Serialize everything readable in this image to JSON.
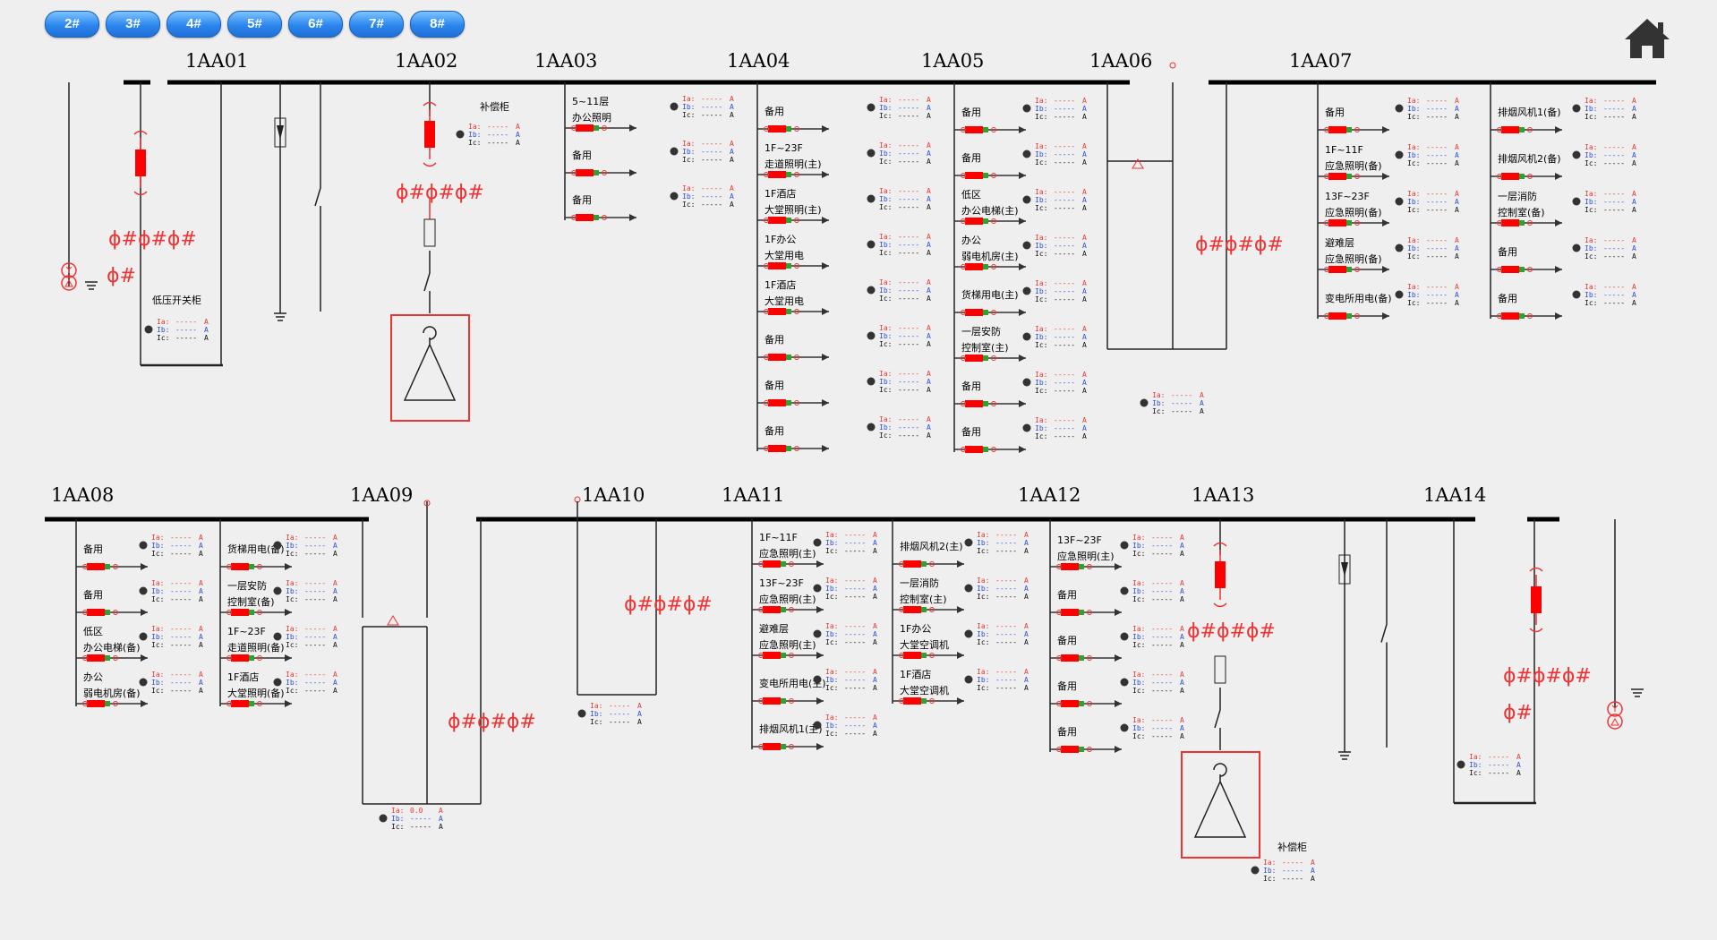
{
  "tabs": [
    "2#",
    "3#",
    "4#",
    "5#",
    "6#",
    "7#",
    "8#"
  ],
  "home_icon": "home-icon",
  "colors": {
    "bus": "#000000",
    "breaker": "#ff0000",
    "symbol": "#e83a3a",
    "phase_a": "#e53935",
    "phase_b": "#2e4fd6",
    "phase_c": "#111111"
  },
  "measure": {
    "ia": "Ia:",
    "ib": "Ib:",
    "ic": "Ic:",
    "unit": "A",
    "dash": "-----",
    "ia_value_1aa09": "0.0"
  },
  "cabinets": {
    "top": [
      "1AA01",
      "1AA02",
      "1AA03",
      "1AA04",
      "1AA05",
      "1AA06",
      "1AA07"
    ],
    "bottom": [
      "1AA08",
      "1AA09",
      "1AA10",
      "1AA11",
      "1AA12",
      "1AA13",
      "1AA14"
    ]
  },
  "texts": {
    "lv_cabinet": "低压开关柜",
    "comp_cabinet": "补偿柜"
  },
  "feeders": {
    "1AA03": [
      [
        "5~11层",
        "办公照明"
      ],
      [
        "备用"
      ],
      [
        "备用"
      ]
    ],
    "1AA04": [
      [
        "备用"
      ],
      [
        "1F~23F",
        "走道照明(主)"
      ],
      [
        "1F酒店",
        "大堂照明(主)"
      ],
      [
        "1F办公",
        "大堂用电"
      ],
      [
        "1F酒店",
        "大堂用电"
      ],
      [
        "备用"
      ],
      [
        "备用"
      ],
      [
        "备用"
      ]
    ],
    "1AA05": [
      [
        "备用"
      ],
      [
        "备用"
      ],
      [
        "低区",
        "办公电梯(主)"
      ],
      [
        "办公",
        "弱电机房(主)"
      ],
      [
        "货梯用电(主)"
      ],
      [
        "一层安防",
        "控制室(主)"
      ],
      [
        "备用"
      ],
      [
        "备用"
      ]
    ],
    "1AA07a": [
      [
        "备用"
      ],
      [
        "1F~11F",
        "应急照明(备)"
      ],
      [
        "13F~23F",
        "应急照明(备)"
      ],
      [
        "避难层",
        "应急照明(备)"
      ],
      [
        "变电所用电(备)"
      ]
    ],
    "1AA07b": [
      [
        "排烟风机1(备)"
      ],
      [
        "排烟风机2(备)"
      ],
      [
        "一层消防",
        "控制室(备)"
      ],
      [
        "备用"
      ],
      [
        "备用"
      ]
    ],
    "1AA08a": [
      [
        "备用"
      ],
      [
        "备用"
      ],
      [
        "低区",
        "办公电梯(备)"
      ],
      [
        "办公",
        "弱电机房(备)"
      ]
    ],
    "1AA08b": [
      [
        "货梯用电(备)"
      ],
      [
        "一层安防",
        "控制室(备)"
      ],
      [
        "1F~23F",
        "走道照明(备)"
      ],
      [
        "1F酒店",
        "大堂照明(备)"
      ]
    ],
    "1AA11a": [
      [
        "1F~11F",
        "应急照明(主)"
      ],
      [
        "13F~23F",
        "应急照明(主)"
      ],
      [
        "避难层",
        "应急照明(主)"
      ],
      [
        "变电所用电(主)"
      ],
      [
        "排烟风机1(主)"
      ]
    ],
    "1AA11b": [
      [
        "排烟风机2(主)"
      ],
      [
        "一层消防",
        "控制室(主)"
      ],
      [
        "1F办公",
        "大堂空调机"
      ],
      [
        "1F酒店",
        "大堂空调机"
      ]
    ],
    "1AA12": [
      [
        "13F~23F",
        "应急照明(主)"
      ],
      [
        "备用"
      ],
      [
        "备用"
      ],
      [
        "备用"
      ],
      [
        "备用"
      ]
    ]
  }
}
